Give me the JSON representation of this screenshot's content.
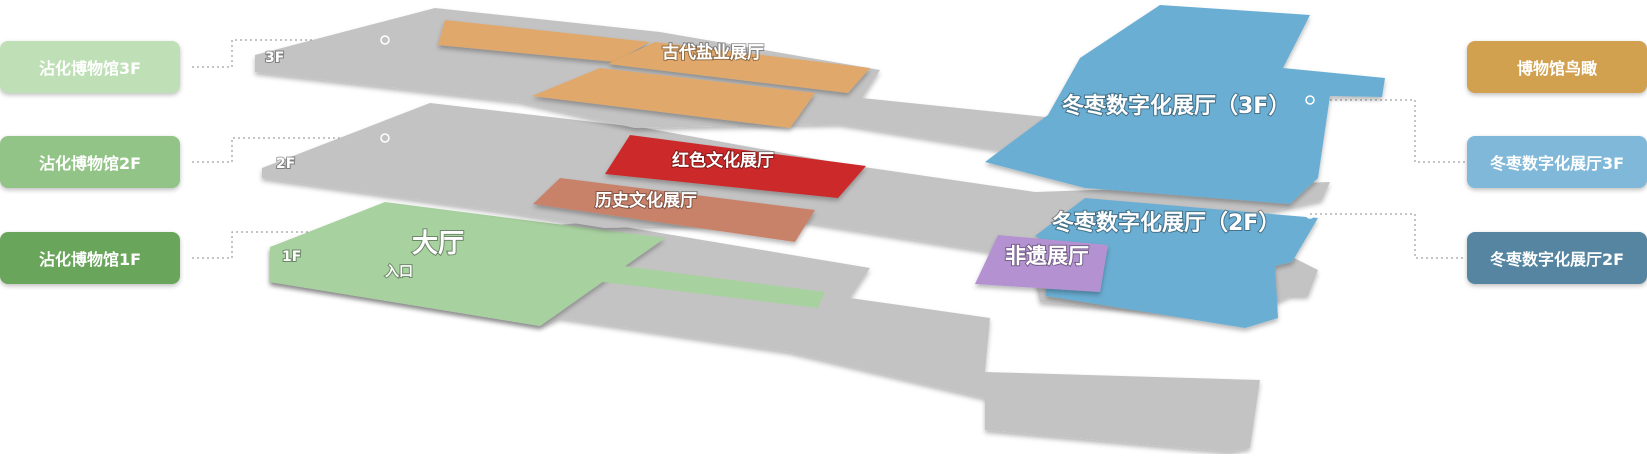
{
  "left_buttons": [
    {
      "label": "沾化博物馆3F",
      "color": "#bfe0b7"
    },
    {
      "label": "沾化博物馆2F",
      "color": "#93c487"
    },
    {
      "label": "沾化博物馆1F",
      "color": "#6aa55c"
    }
  ],
  "right_buttons": [
    {
      "label": "博物馆鸟瞰",
      "color": "#d2a14f"
    },
    {
      "label": "冬枣数字化展厅3F",
      "color": "#7fb8d8"
    },
    {
      "label": "冬枣数字化展厅2F",
      "color": "#5585a0"
    }
  ],
  "floors": {
    "f3": {
      "tag": "3F"
    },
    "f2": {
      "tag": "2F"
    },
    "f1": {
      "tag": "1F"
    }
  },
  "halls": {
    "ancient_salt": "古代盐业展厅",
    "red_culture": "红色文化展厅",
    "history_culture": "历史文化展厅",
    "lobby": "大厅",
    "entrance": "入口",
    "dz_3f": "冬枣数字化展厅（3F）",
    "dz_2f": "冬枣数字化展厅（2F）",
    "heritage": "非遗展厅"
  },
  "colors": {
    "floor_gray": "#c4c3c3",
    "orange": "#e0a86a",
    "red": "#cc2a2a",
    "brown": "#c9826a",
    "green": "#a8d1a0",
    "blue": "#6aaed3",
    "purple": "#b492d2"
  }
}
